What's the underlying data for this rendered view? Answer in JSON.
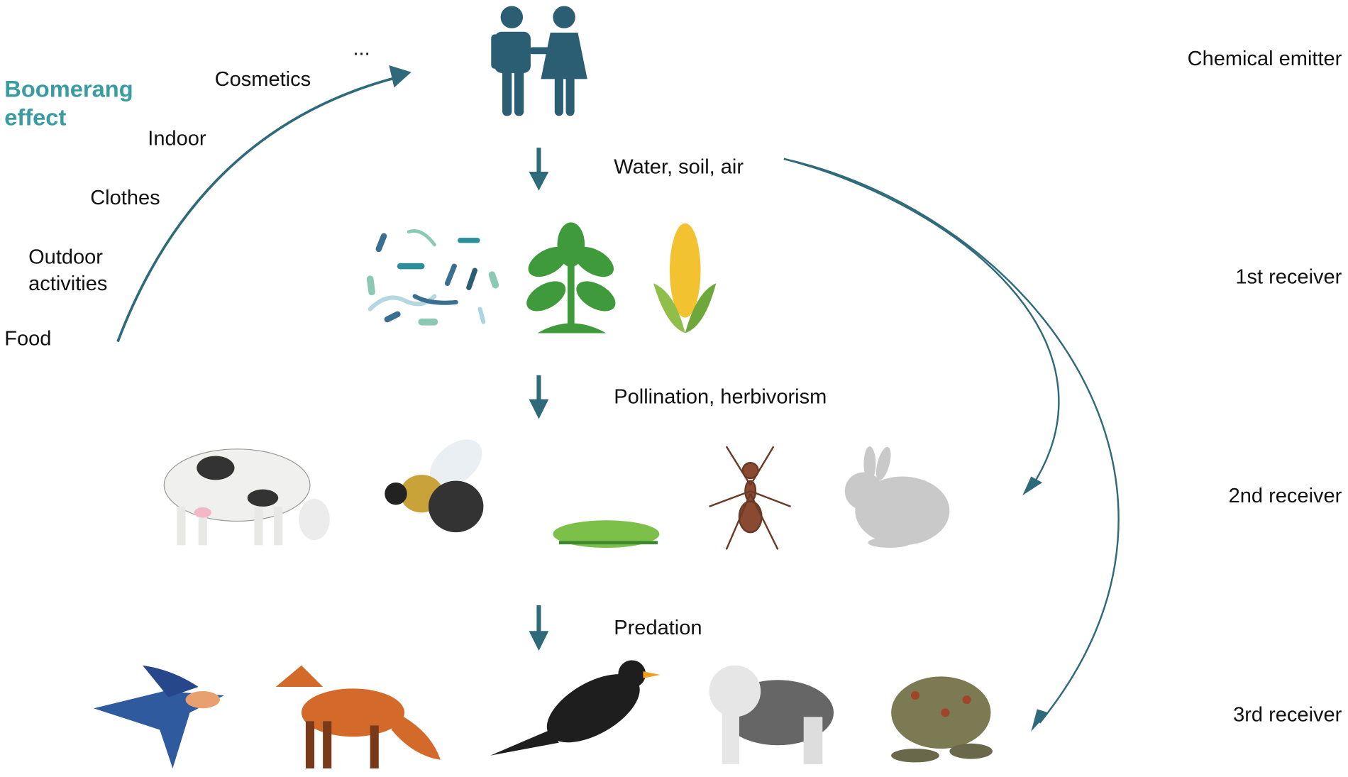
{
  "boomerang": {
    "title_line1": "Boomerang",
    "title_line2": "effect",
    "sources": {
      "ellipsis": "...",
      "cosmetics": "Cosmetics",
      "indoor": "Indoor",
      "clothes": "Clothes",
      "outdoor_line1": "Outdoor",
      "outdoor_line2": "activities",
      "food": "Food"
    }
  },
  "pathways": {
    "water": "Water, soil, air",
    "pollination": "Pollination, herbivorism",
    "predation": "Predation"
  },
  "levels": {
    "emitter": "Chemical emitter",
    "first": "1st receiver",
    "second": "2nd receiver",
    "third": "3rd receiver"
  },
  "colors": {
    "arrow": "#2e6a7a",
    "accent": "#3a9ca3",
    "people": "#2b5e73"
  }
}
